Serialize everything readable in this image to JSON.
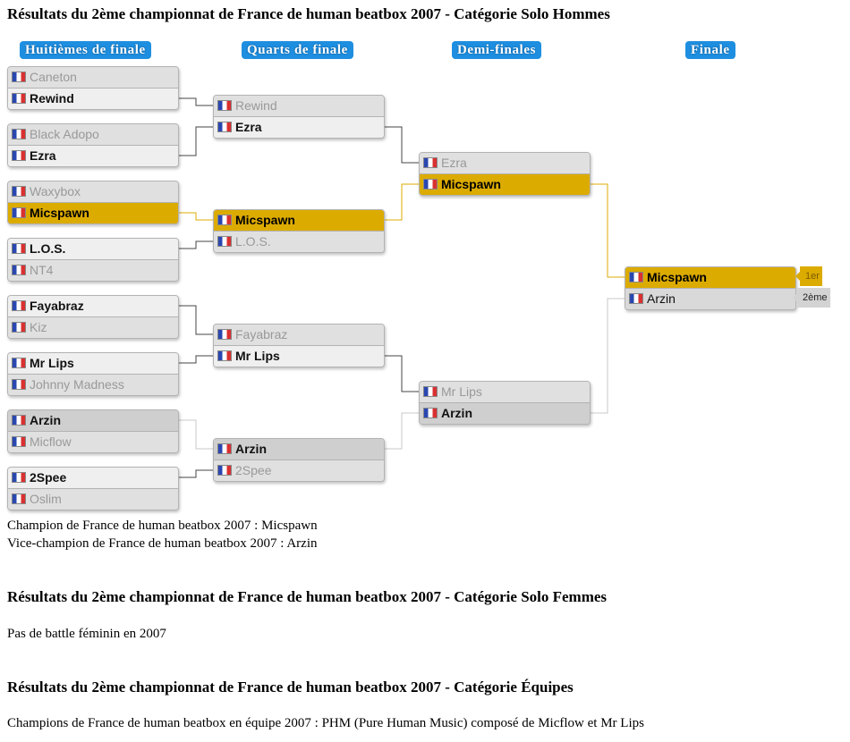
{
  "section_men": {
    "title": "Résultats du 2ème championnat de France de human beatbox 2007 - Catégorie Solo Hommes",
    "champion_line": "Champion de France de human beatbox 2007 : Micspawn",
    "vice_line": "Vice-champion de France de human beatbox 2007 : Arzin"
  },
  "rounds": [
    "Huitièmes de finale",
    "Quarts de finale",
    "Demi-finales",
    "Finale"
  ],
  "bracket": {
    "r16": [
      {
        "top": "Caneton",
        "bottom": "Rewind"
      },
      {
        "top": "Black Adopo",
        "bottom": "Ezra"
      },
      {
        "top": "Waxybox",
        "bottom": "Micspawn"
      },
      {
        "top": "L.O.S.",
        "bottom": "NT4"
      },
      {
        "top": "Fayabraz",
        "bottom": "Kiz"
      },
      {
        "top": "Mr Lips",
        "bottom": "Johnny Madness"
      },
      {
        "top": "Arzin",
        "bottom": "Micflow"
      },
      {
        "top": "2Spee",
        "bottom": "Oslim"
      }
    ],
    "qf": [
      {
        "top": "Rewind",
        "bottom": "Ezra"
      },
      {
        "top": "Micspawn",
        "bottom": "L.O.S."
      },
      {
        "top": "Fayabraz",
        "bottom": "Mr Lips"
      },
      {
        "top": "Arzin",
        "bottom": "2Spee"
      }
    ],
    "sf": [
      {
        "top": "Ezra",
        "bottom": "Micspawn"
      },
      {
        "top": "Mr Lips",
        "bottom": "Arzin"
      }
    ],
    "final": {
      "top": "Micspawn",
      "bottom": "Arzin",
      "first_label": "1er",
      "second_label": "2ème"
    }
  },
  "colors": {
    "gold": "#dcab00",
    "round_header": "#1e8fe0",
    "line_dark": "#444444",
    "line_light": "#c8c8c8"
  },
  "section_women": {
    "title": "Résultats du 2ème championnat de France de human beatbox 2007 - Catégorie Solo Femmes",
    "text": "Pas de battle féminin en 2007"
  },
  "section_teams": {
    "title": "Résultats du 2ème championnat de France de human beatbox 2007 - Catégorie Équipes",
    "text": "Champions de France de human beatbox en équipe 2007 : PHM (Pure Human Music) composé de Micflow et Mr Lips"
  }
}
